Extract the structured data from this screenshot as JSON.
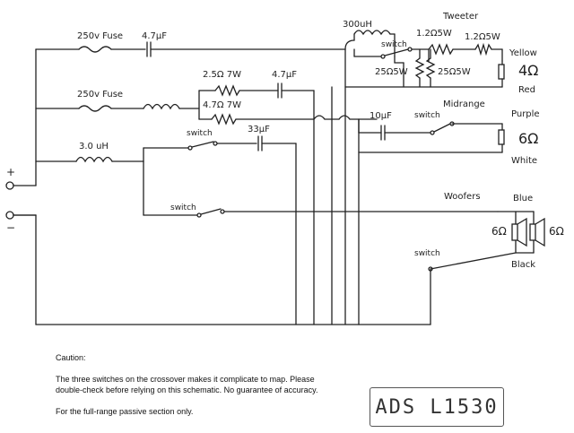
{
  "labels": {
    "fuse1": "250v Fuse",
    "fuse2": "250v Fuse",
    "cap1": "4.7µF",
    "cap2": "4.7µF",
    "cap3": "33µF",
    "cap4": "10µF",
    "res1": "2.5Ω 7W",
    "res2": "4.7Ω 7W",
    "ind_main": "3.0 uH",
    "ind_tweeter": "300uH",
    "tweeter_res_top": "1.2Ω5W",
    "tweeter_res_top2": "1.2Ω5W",
    "tweeter_res_left": "25Ω5W",
    "tweeter_res_right": "25Ω5W",
    "tweeter": "Tweeter",
    "midrange": "Midrange",
    "woofers": "Woofers",
    "switch": "switch",
    "yellow": "Yellow",
    "red": "Red",
    "purple": "Purple",
    "white": "White",
    "blue": "Blue",
    "black": "Black",
    "imp_tweeter": "4Ω",
    "imp_mid": "6Ω",
    "imp_woofer_l": "6Ω",
    "imp_woofer_r": "6Ω",
    "plus": "+",
    "minus": "−"
  },
  "notes": {
    "caution": "Caution:",
    "line1": "The three switches on the crossover makes it complicate to map. Please",
    "line2": "double-check before relying on this schematic. No guarantee of accuracy.",
    "line3": "For the full-range passive section only."
  },
  "model": "ADS L1530",
  "colors": {
    "ink": "#222222"
  }
}
